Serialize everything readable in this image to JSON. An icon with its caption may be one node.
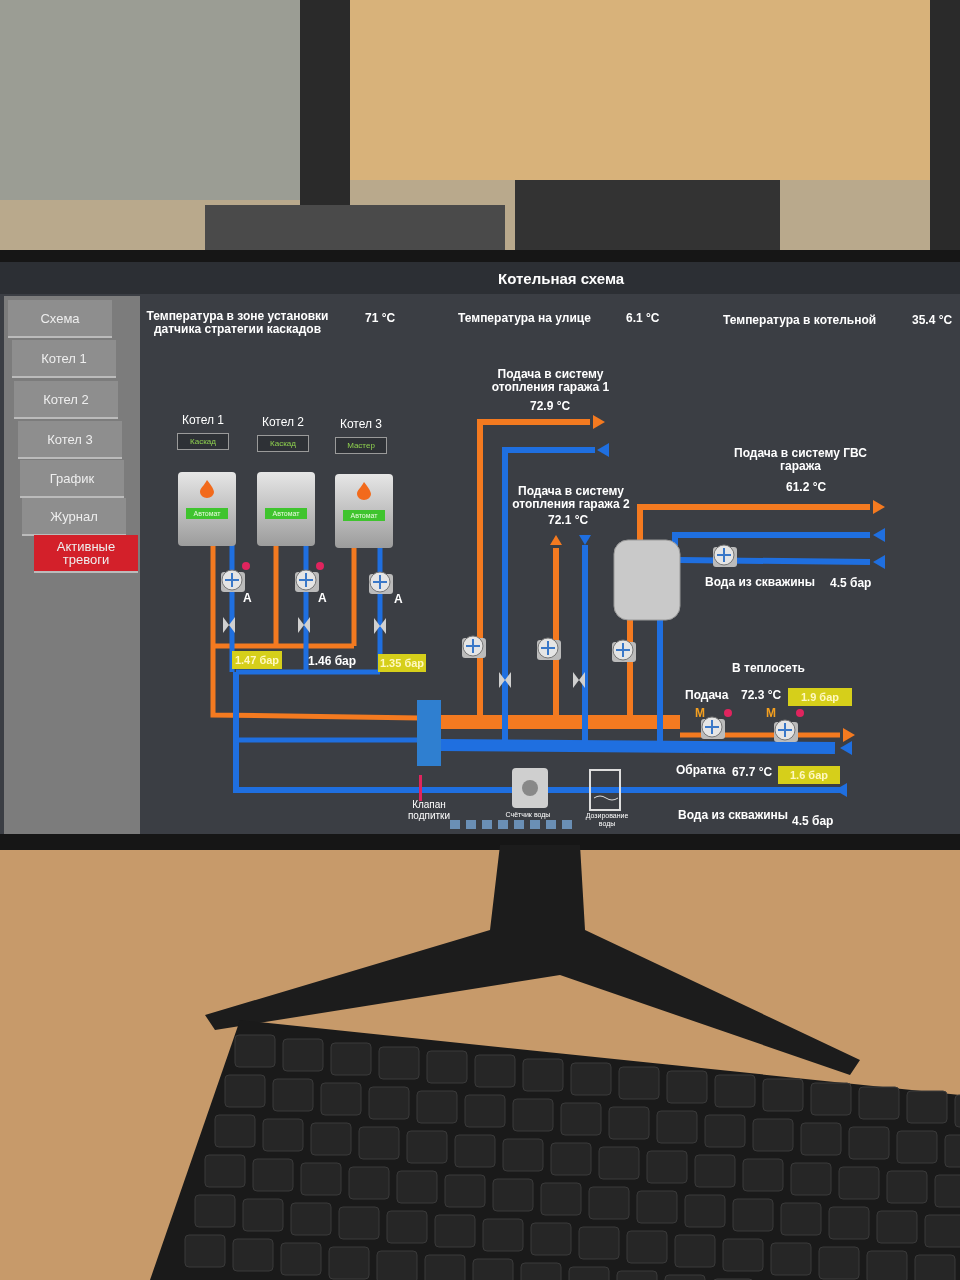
{
  "diagram": {
    "title": "Котельная схема",
    "nodes": [
      {
        "text": [
          "Схема"
        ]
      },
      {
        "text": [
          "Котел 1"
        ]
      },
      {
        "text": [
          "Котел 2"
        ]
      },
      {
        "text": [
          "Котел 3"
        ]
      },
      {
        "text": [
          "График"
        ]
      },
      {
        "text": [
          "Журнал"
        ]
      },
      {
        "text": [
          "Активные тревоги"
        ]
      },
      {
        "text": [
          "Котел 1",
          "Каскад"
        ]
      },
      {
        "text": [
          "Котел 2",
          "Каскад"
        ]
      },
      {
        "text": [
          "Котел 3",
          "Мастер"
        ]
      },
      {
        "text": [
          "Автомат"
        ]
      },
      {
        "text": [
          "Автомат"
        ]
      },
      {
        "text": [
          "Автомат"
        ]
      },
      {
        "text": [
          "1.47 бар"
        ]
      },
      {
        "text": [
          "1.35 бар"
        ]
      },
      {
        "text": [
          "1.9 бар"
        ]
      },
      {
        "text": [
          "1.6 бар"
        ]
      }
    ],
    "edges": [],
    "labels": [
      "Температура в зоне установки датчика стратегии каскадов",
      "71 °C",
      "Температура на улице",
      "6.1 °C",
      "Температура в котельной",
      "35.4 °C",
      "Подача в систему отопления гаража 1",
      "72.9 °C",
      "Подача в систему отопления гаража 2",
      "72.1 °C",
      "Подача в систему ГВС гаража",
      "61.2 °C",
      "Вода из скважины",
      "4.5 бар",
      "A",
      "A",
      "A",
      "1.46 бар",
      "В теплосеть",
      "Подача",
      "72.3 °C",
      "M",
      "M",
      "Обратка",
      "67.7 °C",
      "Клапан подпитки",
      "Счётчик воды",
      "Дозирование воды",
      "Вода из скважины",
      "4.5 бар"
    ]
  }
}
